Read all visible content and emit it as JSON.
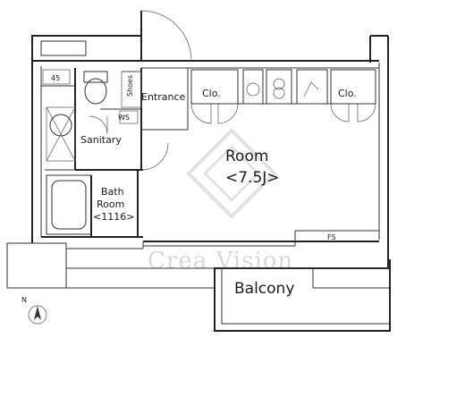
{
  "labels": {
    "room": "Room",
    "room_size": "<7.5J>",
    "balcony": "Balcony",
    "entrance": "Entrance",
    "clo_left": "Clo.",
    "clo_right": "Clo.",
    "sanitary": "Sanitary",
    "bath_line1": "Bath",
    "bath_line2": "Room",
    "bath_line3": "<1116>",
    "ws": "WS",
    "fs": "FS",
    "north": "N"
  },
  "watermark": "Crea Vision"
}
